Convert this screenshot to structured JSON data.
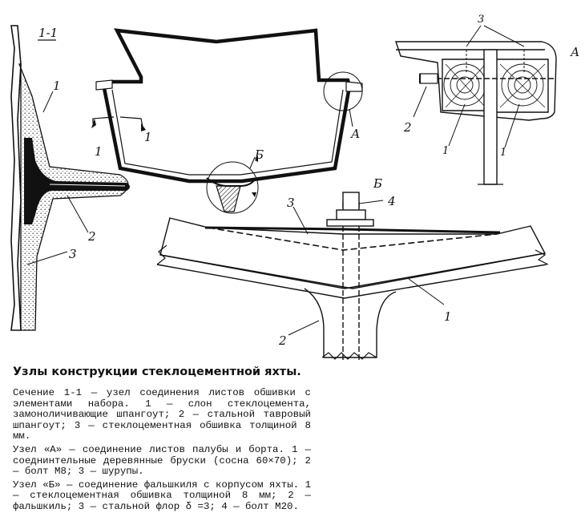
{
  "section_label": "1-1",
  "labels": {
    "node_a": "А",
    "node_b": "Б",
    "one": "1",
    "two": "2",
    "three": "3",
    "four": "4"
  },
  "caption": {
    "title": "Узлы конструкции стеклоцементной яхты.",
    "paragraphs": [
      "Сечение 1-1 — узел соединения листов обшивки с элементами набора. 1 — слон стеклоцемента, замоноличивающие шпангоут; 2 — стальной тавровый шпангоут; 3 — стеклоцементная обшивка толщиной 8 мм.",
      "Узел «А» — соединение листов палубы и борта. 1 — соеднинтельные деревянные бруски (сосна 60×70); 2 — болт М8; 3 — шурупы.",
      "Узел «Б» — соединение фальшкиля с корпусом яхты. 1 — стеклоцементная обшивка толщиной 8 мм; 2 — фальшкиль; 3 — стальной флор δ =3; 4 — болт М20."
    ]
  }
}
